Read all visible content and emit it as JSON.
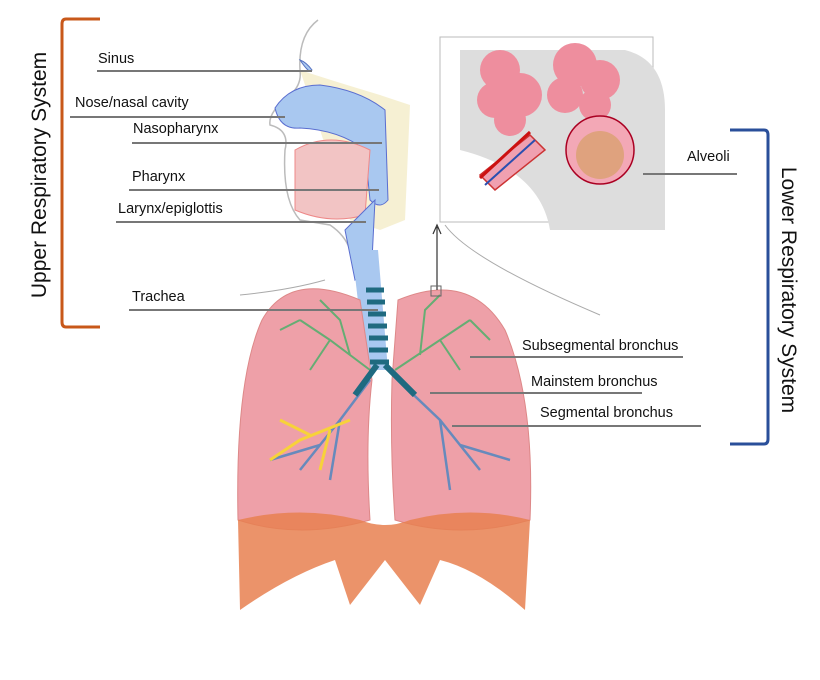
{
  "title_upper": "Upper  Respiratory System",
  "title_lower": "Lower  Respiratory System",
  "labels": {
    "sinus": "Sinus",
    "nose": "Nose/nasal cavity",
    "nasopharynx": "Nasopharynx",
    "pharynx": "Pharynx",
    "larynx": "Larynx/epiglottis",
    "trachea": "Trachea",
    "alveoli": "Alveoli",
    "subsegmental": "Subsegmental bronchus",
    "mainstem": "Mainstem bronchus",
    "segmental": "Segmental bronchus"
  },
  "colors": {
    "upper_bracket": "#c8581a",
    "lower_bracket": "#2a4f9a",
    "lung": "#eea0a8",
    "airway": "#a9c8f0",
    "bronchi_green": "#4caf6a",
    "diaphragm": "#e88050"
  }
}
